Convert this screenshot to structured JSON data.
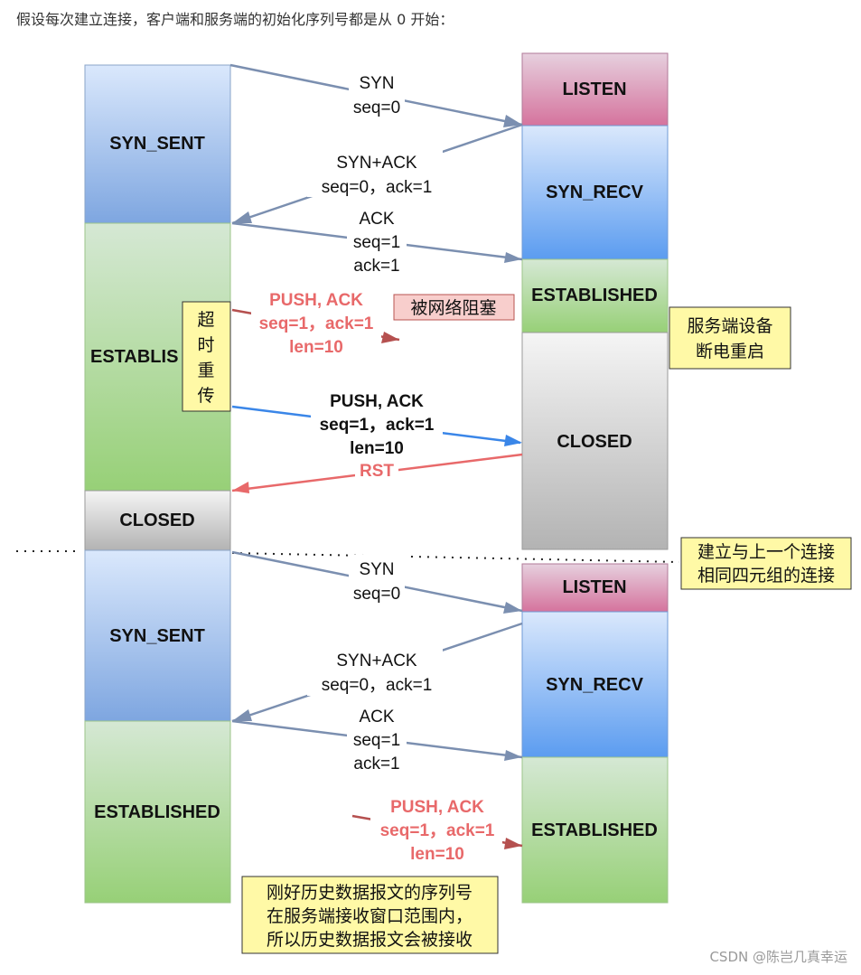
{
  "intro": "假设每次建立连接，客户端和服务端的初始化序列号都是从 0 开始：",
  "client_states": [
    "SYN_SENT",
    "ESTABLIS",
    "CLOSED",
    "SYN_SENT",
    "ESTABLISHED"
  ],
  "server_states": [
    "LISTEN",
    "SYN_RECV",
    "ESTABLISHED",
    "CLOSED",
    "LISTEN",
    "SYN_RECV",
    "ESTABLISHED"
  ],
  "messages": [
    {
      "lines": [
        "SYN",
        "seq=0"
      ]
    },
    {
      "lines": [
        "SYN+ACK",
        "seq=0，ack=1"
      ]
    },
    {
      "lines": [
        "ACK",
        "seq=1",
        "ack=1"
      ]
    },
    {
      "lines": [
        "PUSH, ACK",
        "seq=1，ack=1",
        "len=10"
      ]
    },
    {
      "lines": [
        "PUSH, ACK",
        "seq=1，ack=1",
        "len=10"
      ]
    },
    {
      "lines": [
        "RST"
      ]
    },
    {
      "lines": [
        "SYN",
        "seq=0"
      ]
    },
    {
      "lines": [
        "SYN+ACK",
        "seq=0，ack=1"
      ]
    },
    {
      "lines": [
        "ACK",
        "seq=1",
        "ack=1"
      ]
    },
    {
      "lines": [
        "PUSH, ACK",
        "seq=1，ack=1",
        "len=10"
      ]
    }
  ],
  "notes": {
    "blocked": "被网络阻塞",
    "retransmit": [
      "超",
      "时",
      "重",
      "传"
    ],
    "server_reboot": [
      "服务端设备",
      "断电重启"
    ],
    "same_tuple": [
      "建立与上一个连接",
      "相同四元组的连接"
    ],
    "accepted": [
      "刚好历史数据报文的序列号",
      "在服务端接收窗口范围内，",
      "所以历史数据报文会被接收"
    ]
  },
  "watermark": "CSDN @陈岂几真幸运",
  "colors": {
    "blue_arrow": "#7b8fb0",
    "red_arrow": "#e8696a",
    "bright_blue_arrow": "#3a86e8",
    "dark_red_arrow": "#b5504f",
    "note_fill": "#fff9a6",
    "blocked_fill": "#f8cecc"
  }
}
